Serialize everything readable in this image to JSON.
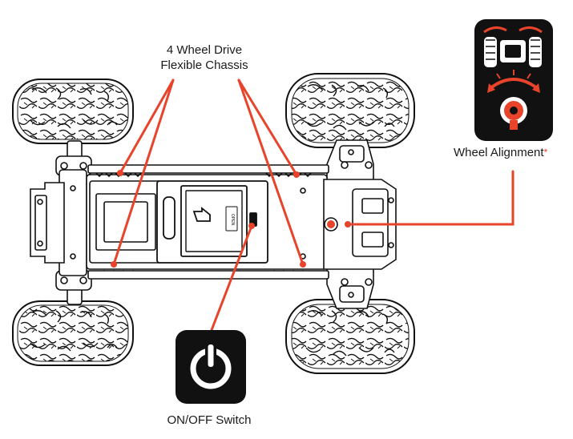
{
  "labels": {
    "drive_line1": "4 Wheel Drive",
    "drive_line2": "Flexible Chassis",
    "alignment": "Wheel Alignment",
    "alignment_mark": "*",
    "switch": "ON/OFF Switch",
    "battery_door": "OPEN"
  },
  "colors": {
    "callout": "#e8432b",
    "icon_bg": "#111111",
    "line": "#111111"
  },
  "icons": {
    "power": "power-icon",
    "alignment": "wheel-alignment-dial-icon"
  }
}
